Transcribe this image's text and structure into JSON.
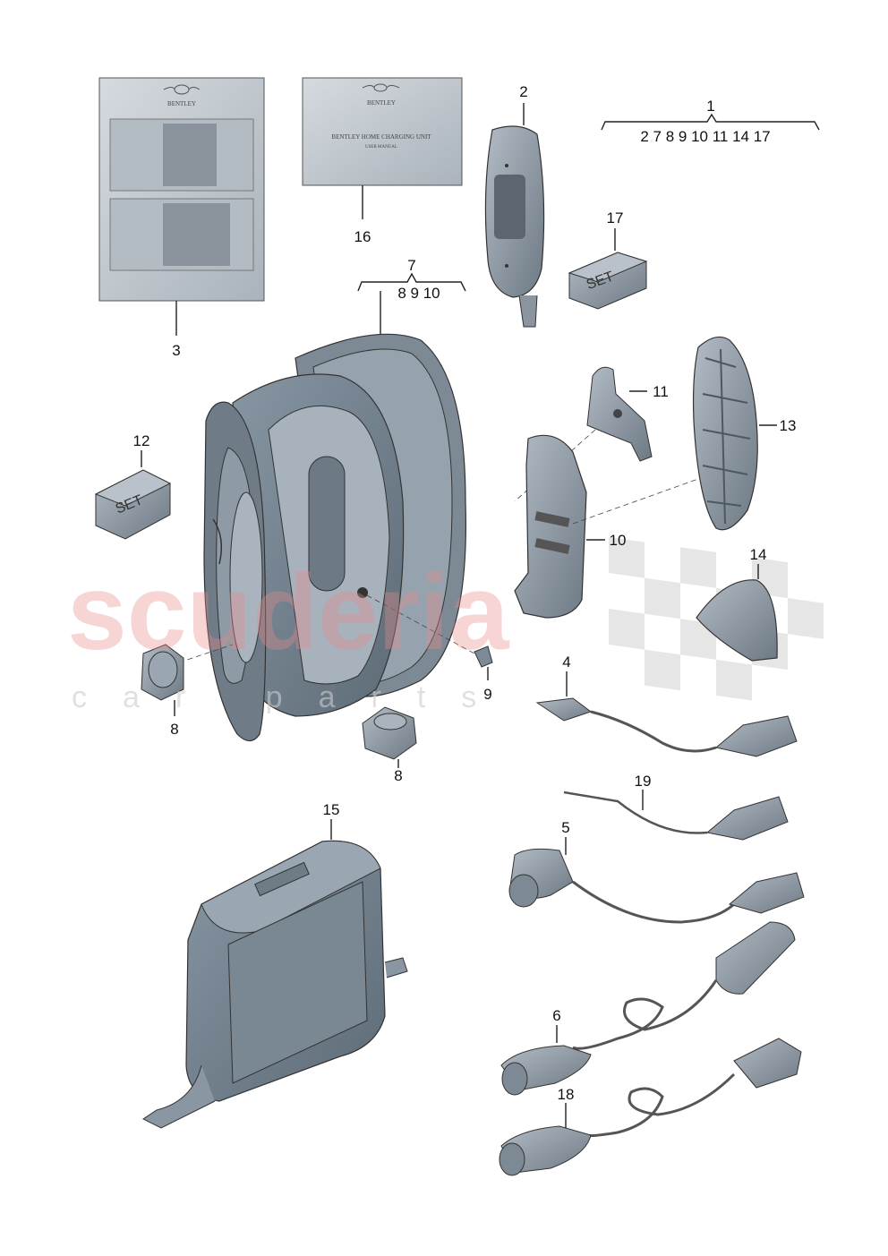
{
  "watermark": {
    "title": "scuderia",
    "subtitle": "car parts"
  },
  "documents": {
    "manual_brand": "BENTLEY",
    "leaflet_brand": "BENTLEY",
    "leaflet_title": "BENTLEY HOME CHARGING UNIT",
    "leaflet_subtitle": "USER MANUAL"
  },
  "set_labels": {
    "set_12": "SET",
    "set_17": "SET"
  },
  "kit_group_1": {
    "number": "1",
    "members": "2 7 8 9 10 11 14 17"
  },
  "kit_group_7": {
    "number": "7",
    "members": "8 9 10"
  },
  "callouts": {
    "c2": "2",
    "c3": "3",
    "c4": "4",
    "c5": "5",
    "c6": "6",
    "c8a": "8",
    "c8b": "8",
    "c9": "9",
    "c10": "10",
    "c11": "11",
    "c12": "12",
    "c13": "13",
    "c14": "14",
    "c15": "15",
    "c16": "16",
    "c17": "17",
    "c18": "18",
    "c19": "19"
  },
  "colors": {
    "part_fill": "#8b98a4",
    "part_light": "#a9b4be",
    "part_dark": "#5f6b76",
    "doc_fill": "#c9cfd4",
    "watermark_red": "#e98a8a"
  }
}
